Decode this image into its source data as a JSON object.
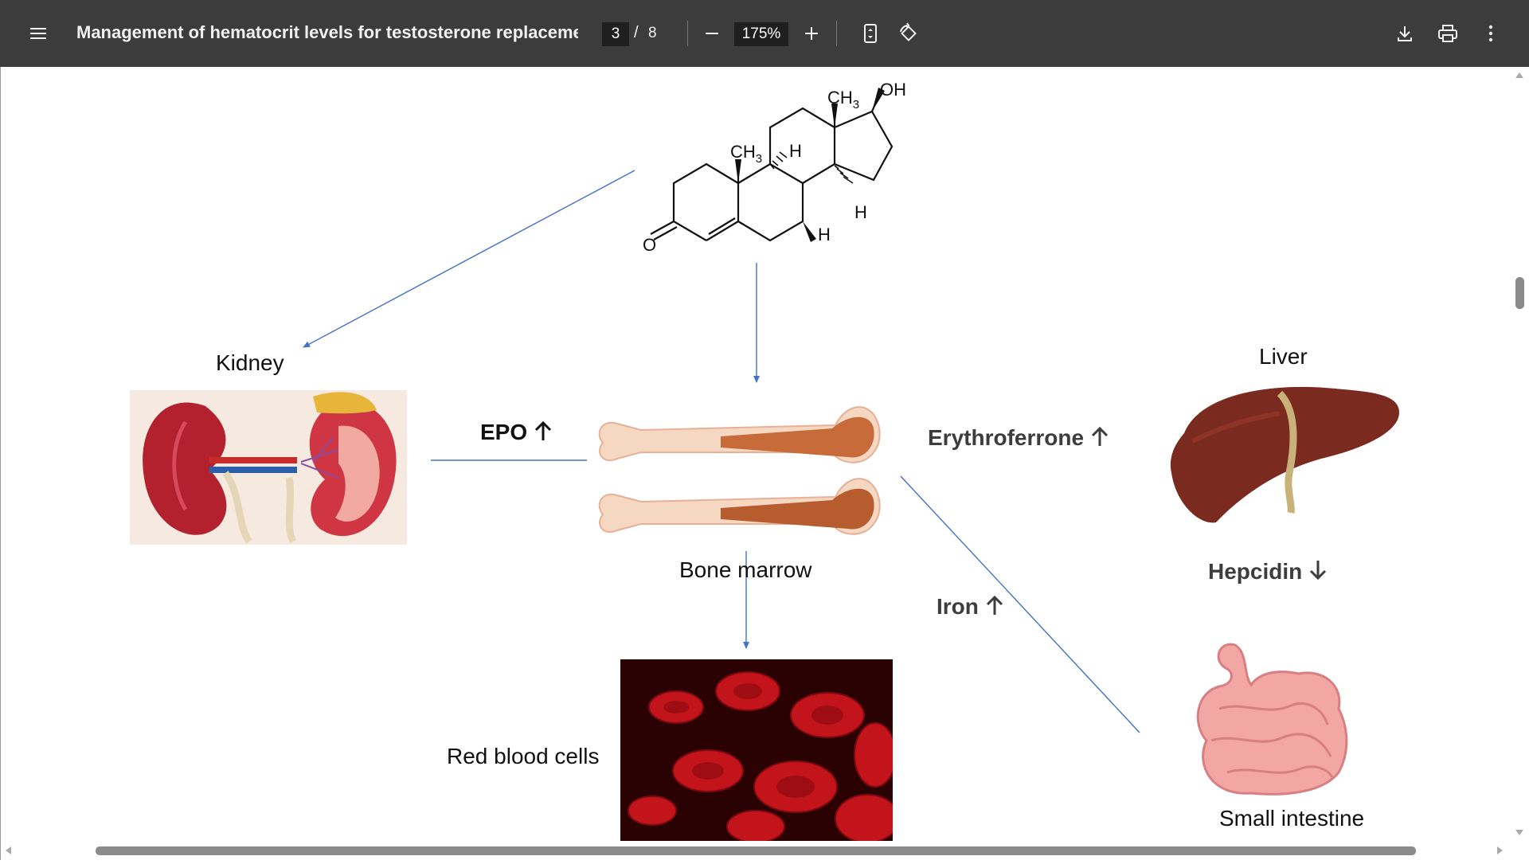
{
  "toolbar": {
    "title": "Management of hematocrit levels for testosterone replacement ...",
    "page_current": "3",
    "page_separator": "/",
    "page_total": "8",
    "zoom": "175%",
    "icons": [
      "menu-icon",
      "zoom-out-icon",
      "zoom-in-icon",
      "fit-page-icon",
      "rotate-icon",
      "download-icon",
      "print-icon",
      "more-icon"
    ]
  },
  "molecule": {
    "labels": {
      "oh": "OH",
      "ch3": "CH",
      "sub3": "3",
      "h": "H",
      "o": "O"
    }
  },
  "diagram": {
    "kidney": "Kidney",
    "epo": "EPO",
    "bone_marrow": "Bone marrow",
    "erythroferrone": "Erythroferrone",
    "liver": "Liver",
    "hepcidin": "Hepcidin",
    "iron": "Iron",
    "red_blood_cells": "Red blood cells",
    "small_intestine": "Small intestine"
  },
  "colors": {
    "toolbar_bg": "#3c3c3c",
    "arrow_line": "#4472c4",
    "kidney_red": "#b3202e",
    "liver_brown": "#7a2a1e",
    "intestine_pink": "#f2a7a5",
    "blood_red": "#c4141b"
  }
}
